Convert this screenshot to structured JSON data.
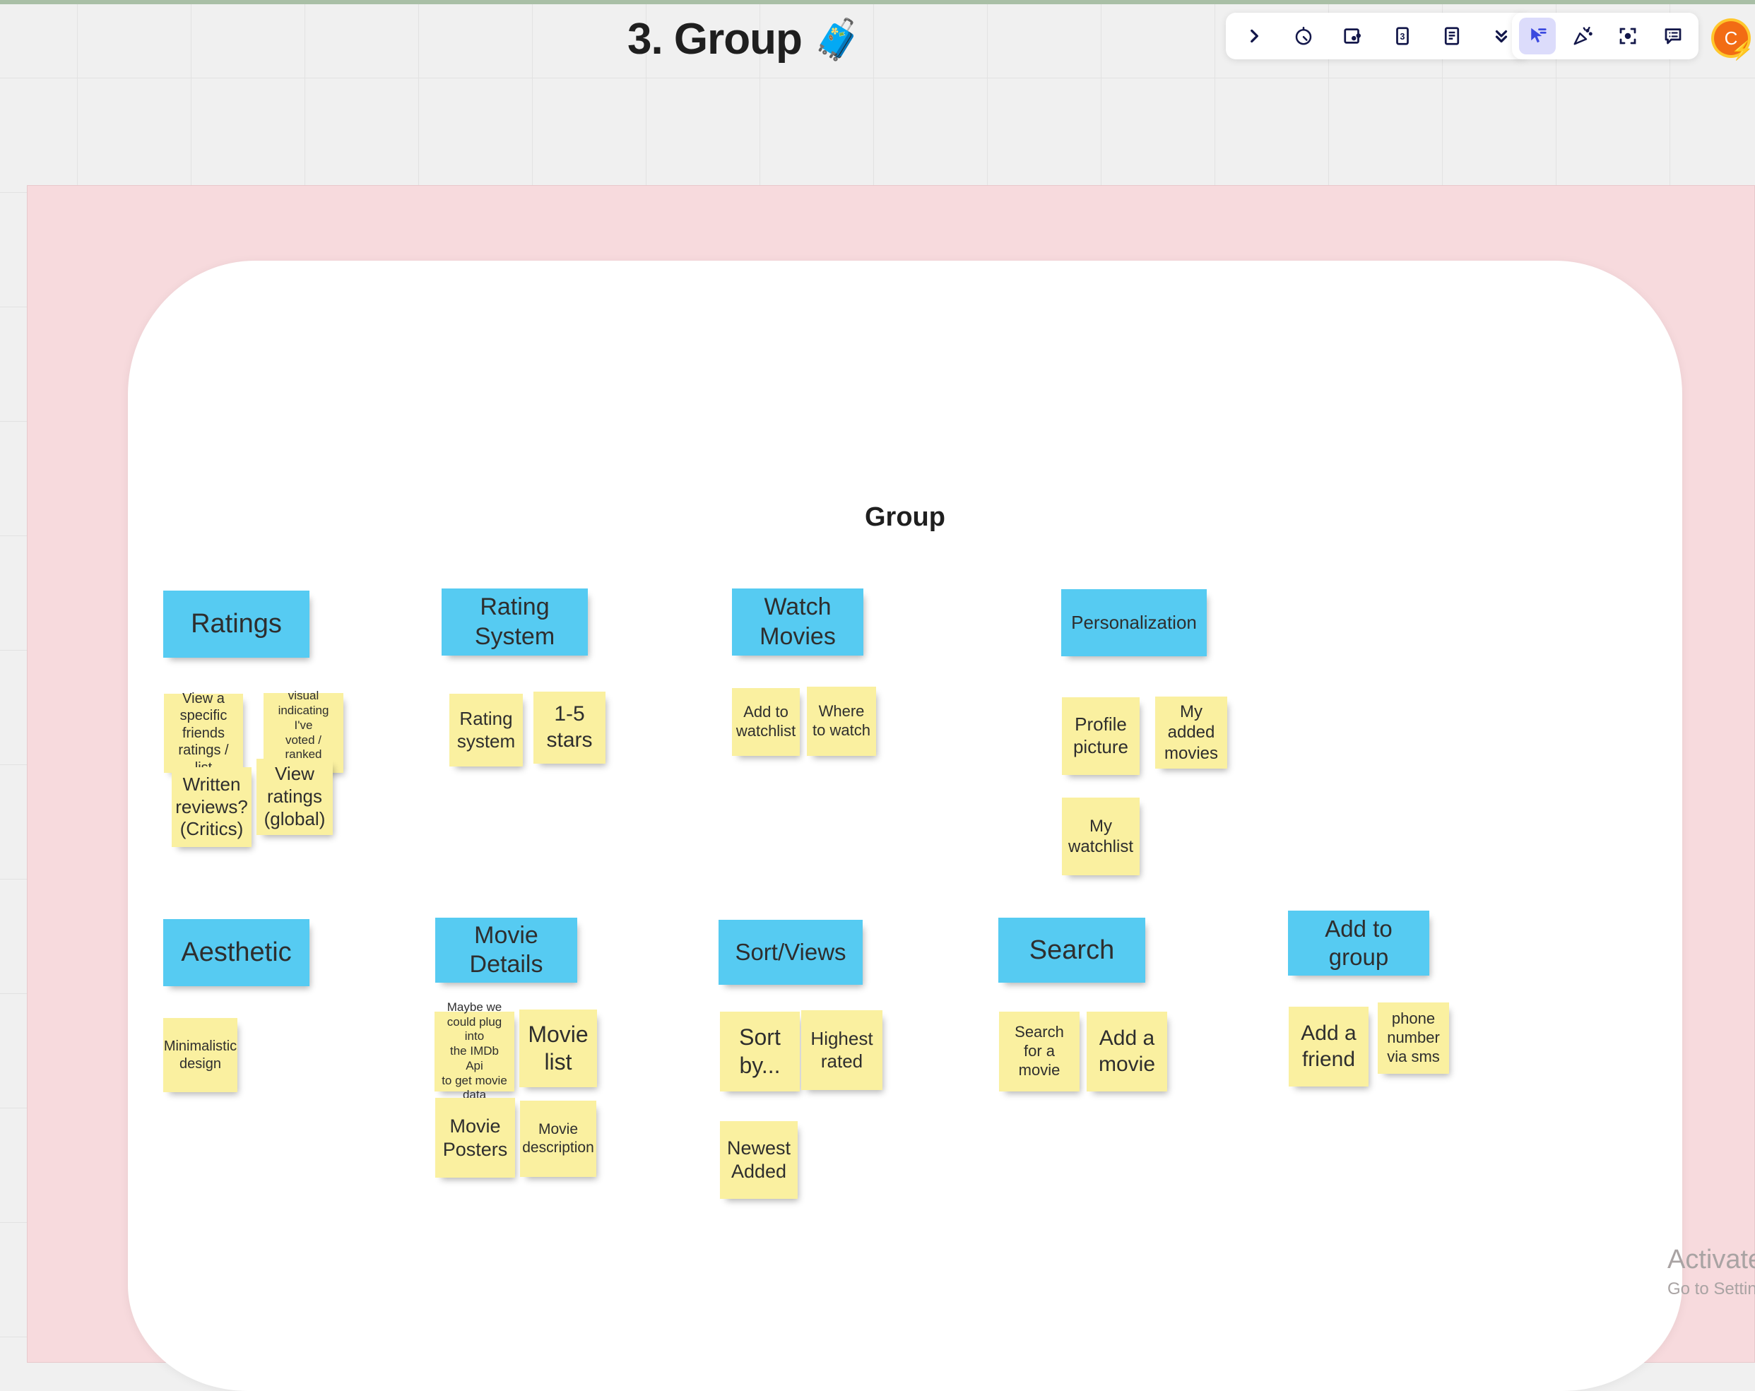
{
  "board": {
    "title": "3. Group",
    "title_emoji": "🧳",
    "heading": "Group",
    "frame_color": "#f7dadd",
    "blue_note_color": "#56cbf2",
    "yellow_note_color": "#faf0a0"
  },
  "toolbar_left": {
    "items": [
      {
        "name": "chevron-right-icon",
        "label": "Expand"
      },
      {
        "name": "timer-icon",
        "label": "Timer"
      },
      {
        "name": "frame-dot-icon",
        "label": "Frames"
      },
      {
        "name": "card-three-icon",
        "label": "Cards"
      },
      {
        "name": "document-icon",
        "label": "Notes"
      },
      {
        "name": "chevron-double-down-icon",
        "label": "More"
      }
    ]
  },
  "toolbar_right": {
    "items": [
      {
        "name": "cursor-select-icon",
        "label": "Select",
        "active": true
      },
      {
        "name": "party-popper-icon",
        "label": "Reactions",
        "active": false
      },
      {
        "name": "spotlight-icon",
        "label": "Spotlight",
        "active": false
      },
      {
        "name": "comment-icon",
        "label": "Comments",
        "active": false
      }
    ],
    "avatar_initial": "C"
  },
  "watermark": {
    "line1": "Activate W",
    "line2": "Go to Settin"
  },
  "groups": [
    {
      "id": "ratings",
      "header": "Ratings",
      "notes": [
        "View a\nspecific\nfriends\nratings / list",
        "visual\nindicating I've\nvoted / ranked\na movie",
        "Written\nreviews?\n(Critics)",
        "View\nratings\n(global)"
      ]
    },
    {
      "id": "rating-system",
      "header": "Rating\nSystem",
      "notes": [
        "Rating\nsystem",
        "1-5\nstars"
      ]
    },
    {
      "id": "watch-movies",
      "header": "Watch\nMovies",
      "notes": [
        "Add to\nwatchlist",
        "Where\nto watch"
      ]
    },
    {
      "id": "personalization",
      "header": "Personalization",
      "notes": [
        "Profile\npicture",
        "My\nadded\nmovies",
        "My\nwatchlist"
      ]
    },
    {
      "id": "aesthetic",
      "header": "Aesthetic",
      "notes": [
        "Minimalistic\ndesign"
      ]
    },
    {
      "id": "movie-details",
      "header": "Movie\nDetails",
      "notes": [
        "Maybe we\ncould plug into\nthe IMDb Api\nto get movie\ndata",
        "Movie\nlist",
        "Movie\nPosters",
        "Movie\ndescription"
      ]
    },
    {
      "id": "sort-views",
      "header": "Sort/Views",
      "notes": [
        "Sort\nby...",
        "Highest\nrated",
        "Newest\nAdded"
      ]
    },
    {
      "id": "search",
      "header": "Search",
      "notes": [
        "Search\nfor a\nmovie",
        "Add a\nmovie"
      ]
    },
    {
      "id": "add-to-group",
      "header": "Add to\ngroup",
      "notes": [
        "Add a\nfriend",
        "phone\nnumber\nvia sms"
      ]
    }
  ]
}
